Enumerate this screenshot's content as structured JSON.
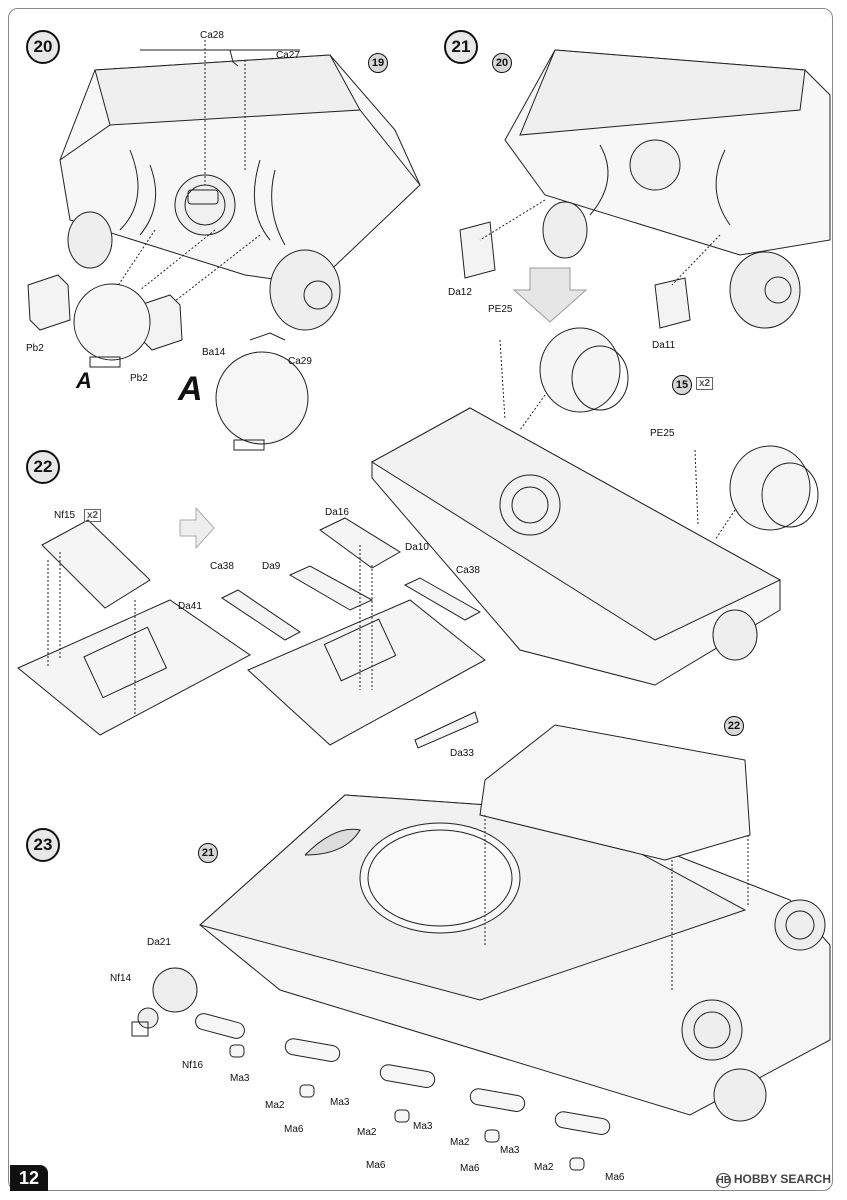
{
  "page": {
    "number": "12"
  },
  "steps": [
    {
      "number": "20",
      "labels": [
        "Ca28",
        "Ca27",
        "Pb2",
        "Pb2",
        "Ba14",
        "Ca29"
      ],
      "callout": "19",
      "sub_marker": "A"
    },
    {
      "number": "21",
      "labels": [
        "Da12",
        "Da11",
        "PE25",
        "PE25"
      ],
      "callout": "20",
      "ref": "15",
      "ref_mult": "x2"
    },
    {
      "number": "22",
      "labels": [
        "Nf15",
        "Da41",
        "Da16",
        "Da10",
        "Da9",
        "Ca38",
        "Ca38",
        "Da33"
      ],
      "nf15_mult": "x2"
    },
    {
      "number": "23",
      "labels": [
        "Da21",
        "Nf14",
        "Nf16",
        "Ma3",
        "Ma2",
        "Ma6",
        "Ma3",
        "Ma2",
        "Ma6",
        "Ma3",
        "Ma2",
        "Ma6",
        "Ma3",
        "Ma2",
        "Ma6"
      ],
      "callouts": [
        "21",
        "22"
      ]
    }
  ],
  "watermark": {
    "logo": "HB",
    "text": "HOBBY SEARCH"
  }
}
